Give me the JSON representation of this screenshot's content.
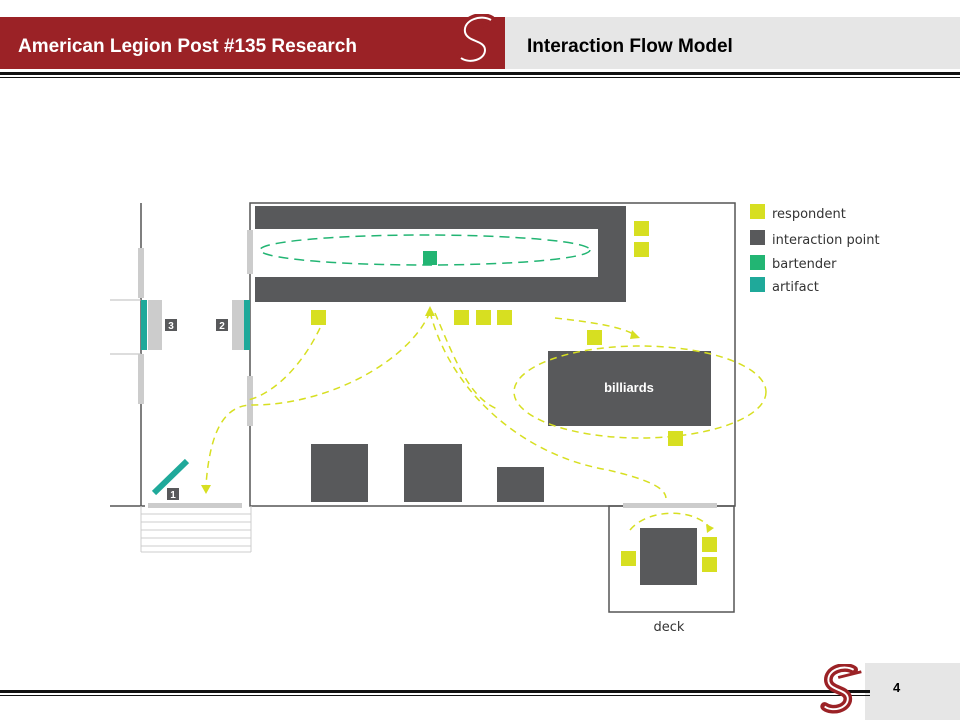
{
  "header": {
    "org_title": "American Legion Post #135 Research",
    "slide_title": "Interaction Flow Model"
  },
  "footer": {
    "page_number": "4"
  },
  "diagram": {
    "zones": {
      "billiards": "billiards",
      "deck": "deck"
    },
    "entrances": [
      "1",
      "2",
      "3"
    ],
    "legend": [
      {
        "label": "respondent",
        "color": "#d7df21"
      },
      {
        "label": "interaction point",
        "color": "#58595b"
      },
      {
        "label": "bartender",
        "color": "#22b573"
      },
      {
        "label": "artifact",
        "color": "#1fa99a"
      }
    ]
  }
}
